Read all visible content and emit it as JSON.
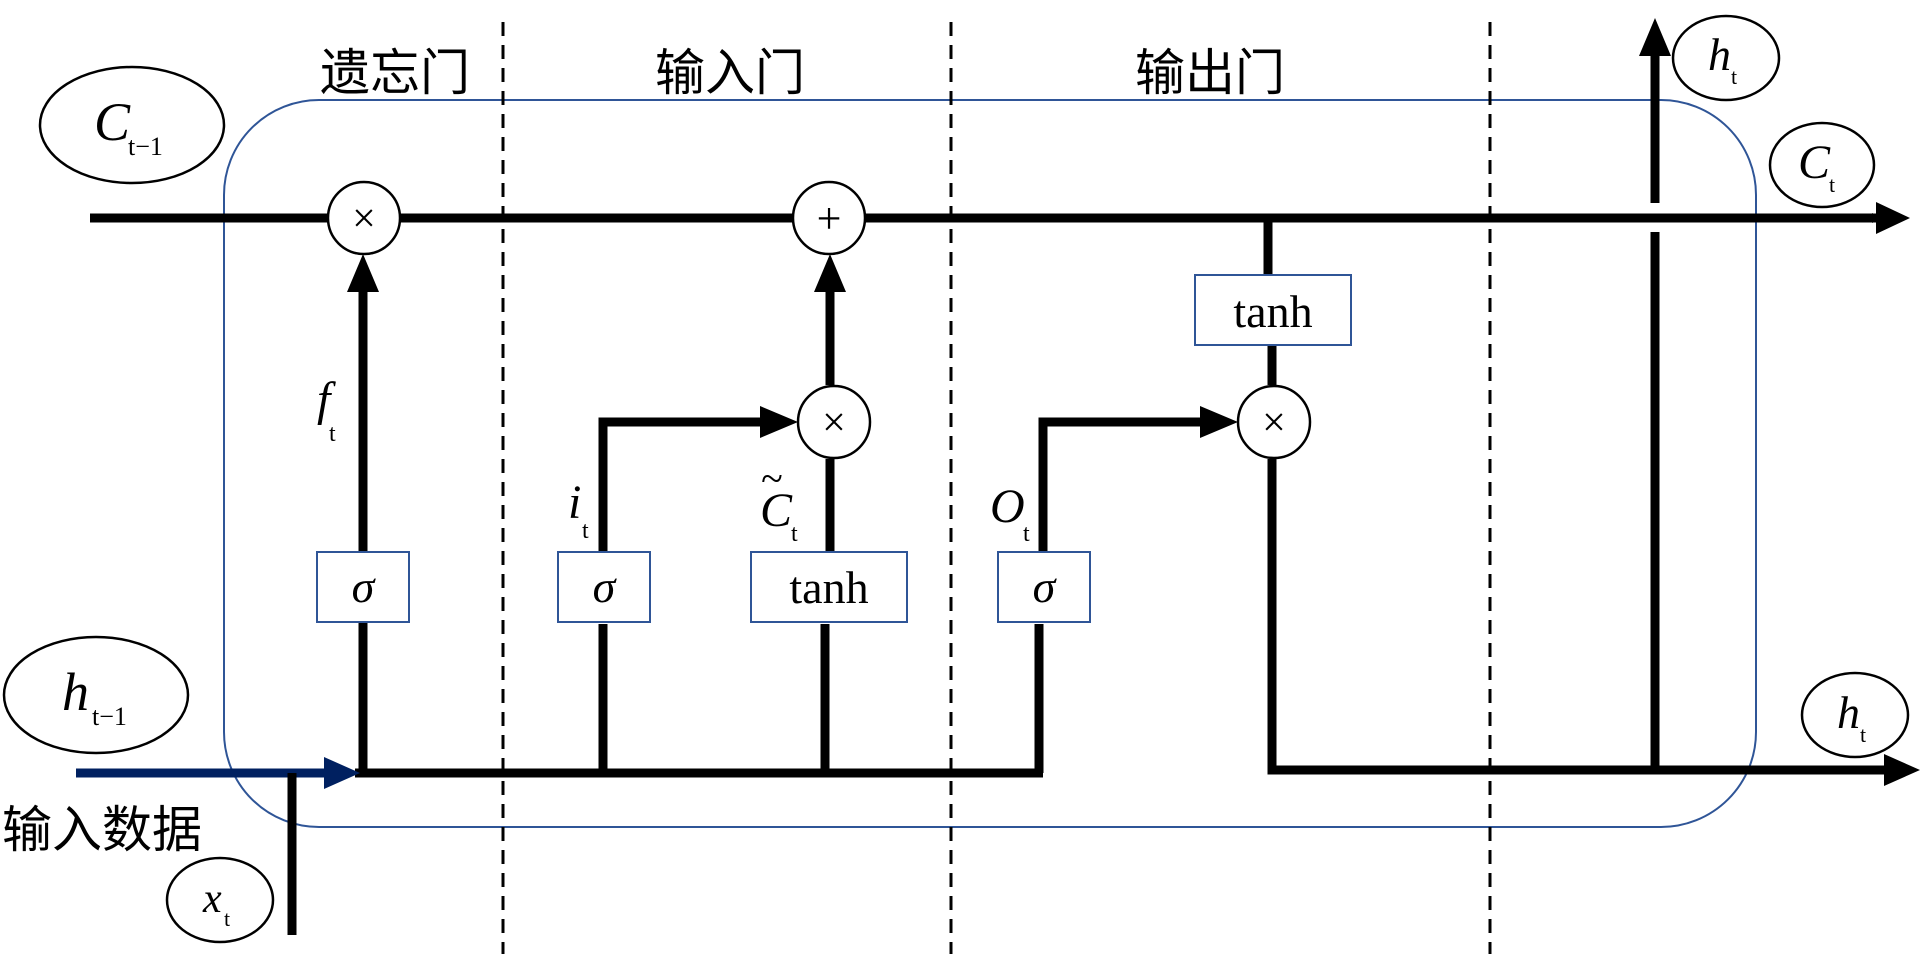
{
  "gates": {
    "forget": "遗忘门",
    "input": "输入门",
    "output": "输出门"
  },
  "labels": {
    "input_data": "输入数据"
  },
  "ellipses": {
    "c_prev": {
      "main": "C",
      "sub": "t−1"
    },
    "h_prev": {
      "main": "h",
      "sub": "t−1"
    },
    "x_t": {
      "main": "x",
      "sub": "t"
    },
    "h_t_top": {
      "main": "h",
      "sub": "t"
    },
    "c_t": {
      "main": "C",
      "sub": "t"
    },
    "h_t_out": {
      "main": "h",
      "sub": "t"
    }
  },
  "signals": {
    "f": {
      "main": "f",
      "sub": "t"
    },
    "i": {
      "main": "i",
      "sub": "t"
    },
    "c_tilde": {
      "main": "C",
      "sub": "t",
      "accent": "~"
    },
    "o": {
      "main": "O",
      "sub": "t"
    }
  },
  "boxes": {
    "sigma_forget": "σ",
    "sigma_input": "σ",
    "tanh_input": "tanh",
    "sigma_output": "σ",
    "tanh_output": "tanh"
  },
  "operators": {
    "mult_forget": "×",
    "add": "+",
    "mult_input": "×",
    "mult_output": "×"
  },
  "colors": {
    "cell_border": "#2f5597",
    "box_border": "#2f5597",
    "input_arrow": "#002060",
    "line": "#000000"
  }
}
